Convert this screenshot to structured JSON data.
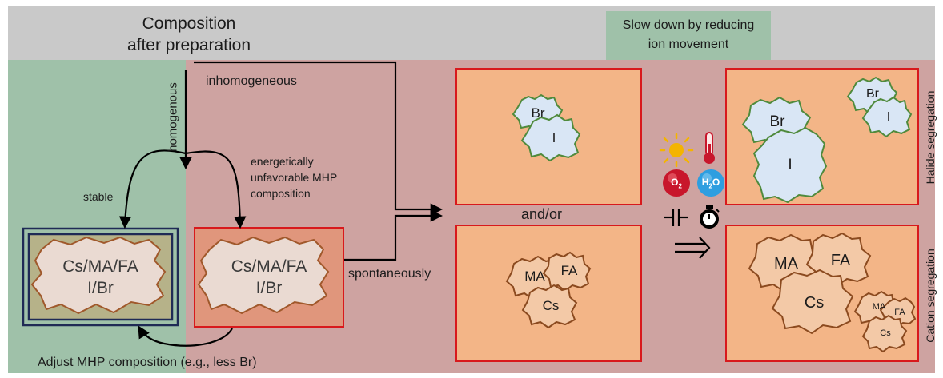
{
  "header": {
    "composition_line1": "Composition",
    "composition_line2": "after preparation",
    "slowdown_line1": "Slow down by reducing",
    "slowdown_line2": "ion movement"
  },
  "flow": {
    "homogenous": "homogenous",
    "inhomogeneous": "inhomogeneous",
    "stable": "stable",
    "unfavorable_line1": "energetically",
    "unfavorable_line2": "unfavorable MHP",
    "unfavorable_line3": "composition",
    "spontaneously": "spontaneously",
    "and_or": "and/or",
    "adjust": "Adjust MHP composition (e.g., less Br)"
  },
  "composition": {
    "line1": "Cs/MA/FA",
    "line2": "I/Br"
  },
  "halides": {
    "br": "Br",
    "i": "I"
  },
  "cations": {
    "ma": "MA",
    "fa": "FA",
    "cs": "Cs"
  },
  "stimuli": {
    "oxygen": "O",
    "oxygen_sub": "2",
    "water_h": "H",
    "water_sub": "2",
    "water_o": "O"
  },
  "side_labels": {
    "halide": "Halide segregation",
    "cation": "Cation segregation"
  },
  "colors": {
    "header_bg": "#c9c9c9",
    "green_bg": "#9fc1a9",
    "red_bg": "#cea3a1",
    "box_fill": "#f3b587",
    "box_border": "#d8191c",
    "halide_fill": "#d9e6f5",
    "halide_outline": "#4f8a3c",
    "cation_fill": "#f3c9a7",
    "cation_outline": "#8b4a1f",
    "oxygen": "#c8162b",
    "water": "#2e9ee0",
    "sun": "#f4b400"
  }
}
